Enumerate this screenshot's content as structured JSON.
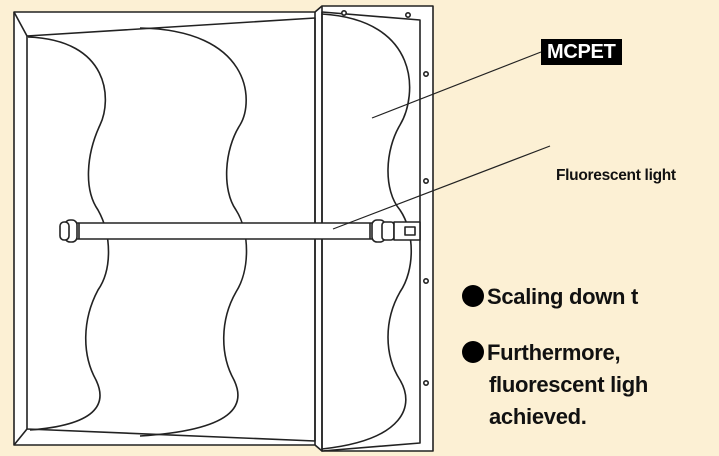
{
  "labels": {
    "mcpet": "MCPET",
    "fluorescent_light": "Fluorescent light"
  },
  "bullets": [
    {
      "icon": "filled-circle-bullet",
      "text": "Scaling down t"
    },
    {
      "icon": "filled-circle-bullet",
      "lines": [
        "Furthermore,",
        "fluorescent ligh",
        "achieved."
      ]
    }
  ],
  "colors": {
    "background": "#fcf0d4",
    "fixture_fill": "#ffffff",
    "outline": "#222222",
    "label_bg": "#000000",
    "label_text": "#ffffff"
  }
}
